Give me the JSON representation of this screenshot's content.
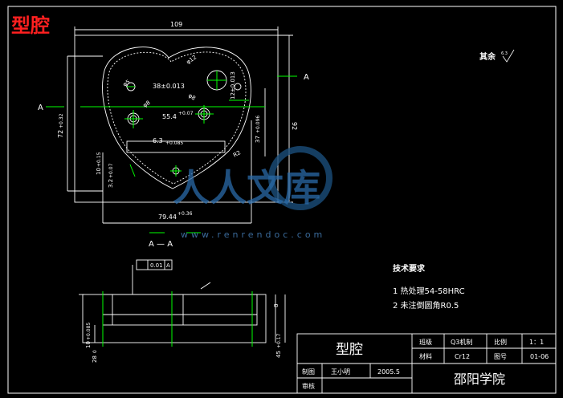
{
  "title": "型腔",
  "colors": {
    "background": "#000000",
    "line": "#ffffff",
    "accent_red": "#ff2020",
    "green": "#00ff00",
    "watermark": "#1a4d7a"
  },
  "dims": {
    "width_top": "109",
    "height_right": "92",
    "height_left": "72",
    "tol_left": "+0.32",
    "d_phi12": "φ12",
    "d_phi5": "φ5",
    "d_phi8": "φ8",
    "d_phi8b": "φ8",
    "hole_spacing": "38±0.013",
    "d_55": "55.4",
    "d_55_tol": "+0.07",
    "d_12": "12±0.013",
    "d_37": "37",
    "d_37_tol": "+0.096",
    "d_6_3": "6.3",
    "d_6_3_tol": "+0.085",
    "d_r2": "R2",
    "d_10": "10",
    "d_10_tol": "+0.15",
    "d_3_2": "3.2",
    "d_3_2_tol": "+0.07",
    "d_79": "79.44",
    "d_79_tol": "+0.36",
    "d_10_085": "10",
    "d_10_085_tol": "+0.085",
    "d_28": "28",
    "d_28_tol": "0",
    "d_45": "45",
    "d_45_tol": "+0.17",
    "d_8": "8",
    "tolerance_box_value": "0.01",
    "tolerance_box_ref": "A"
  },
  "labels": {
    "section_a": "A",
    "section_view": "A — A",
    "rest_roughness": "其余",
    "roughness_val": "6.3"
  },
  "tech": {
    "heading": "技术要求",
    "items": [
      "1  热处理54-58HRC",
      "2  未注倒圆角R0.5"
    ]
  },
  "title_block": {
    "part_name": "型腔",
    "class_label": "班级",
    "class_value": "Q3机制",
    "scale_label": "比例",
    "scale_value": "1：1",
    "material_label": "材料",
    "material_value": "Cr12",
    "drawing_no_label": "图号",
    "drawing_no_value": "01-06",
    "drawn_label": "制图",
    "drawn_value": "王小明",
    "date_value": "2005.5",
    "check_label": "审核",
    "school": "邵阳学院"
  },
  "watermark": {
    "brand": "人人文库",
    "url": "www.renrendoc.com"
  }
}
